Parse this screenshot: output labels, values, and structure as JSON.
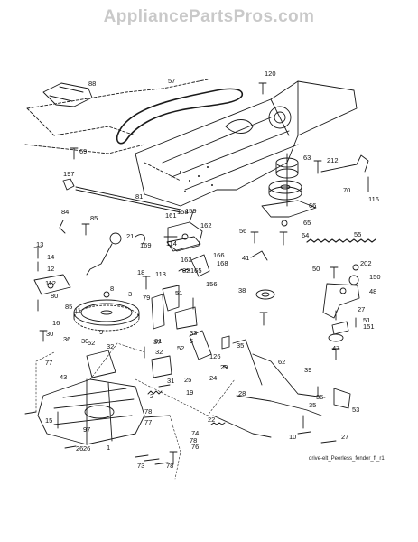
{
  "watermark": "AppliancePartsPros.com",
  "footer_label": "drive-elt_Peerless_fender_ft_r1",
  "callouts": [
    "88",
    "57",
    "120",
    "69",
    "63",
    "212",
    "197",
    "81",
    "66",
    "70",
    "116",
    "84",
    "85",
    "158",
    "161",
    "159",
    "162",
    "56",
    "65",
    "64",
    "41",
    "55",
    "13",
    "14",
    "21",
    "169",
    "114",
    "163",
    "82",
    "166",
    "168",
    "50",
    "202",
    "150",
    "48",
    "12",
    "112",
    "80",
    "85",
    "11",
    "18",
    "113",
    "165",
    "156",
    "3",
    "51",
    "38",
    "8",
    "31",
    "27",
    "51",
    "151",
    "9",
    "79",
    "35",
    "47",
    "39",
    "126",
    "62",
    "37",
    "30",
    "32",
    "33",
    "5",
    "36",
    "32",
    "29",
    "52",
    "28",
    "52",
    "6",
    "24",
    "25",
    "19",
    "2",
    "36",
    "35",
    "22",
    "16",
    "77",
    "31",
    "53",
    "43",
    "30",
    "15",
    "78",
    "77",
    "26",
    "10",
    "27",
    "97",
    "74",
    "76",
    "26",
    "1",
    "73",
    "78",
    "78"
  ]
}
